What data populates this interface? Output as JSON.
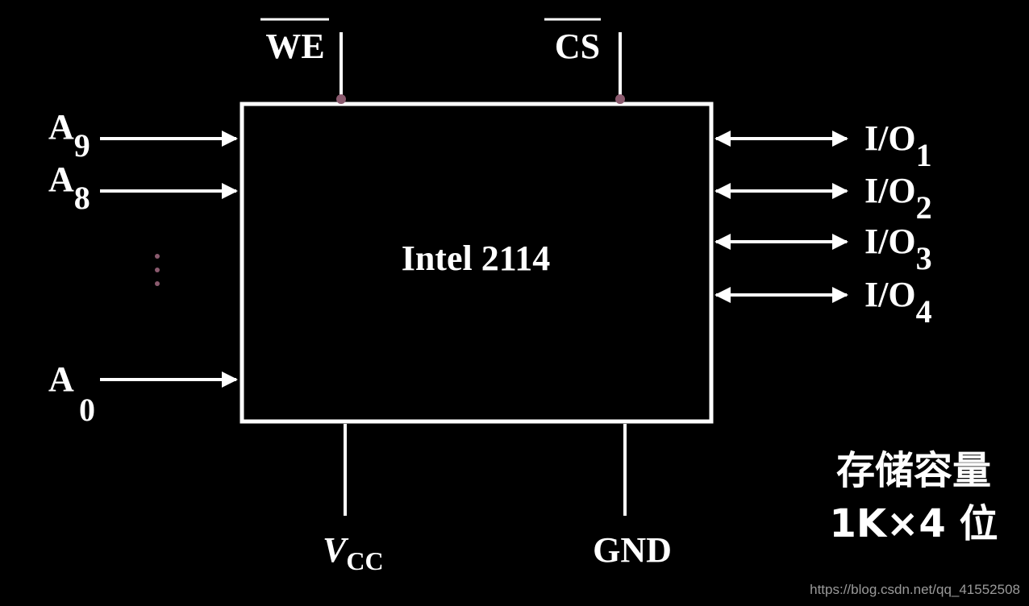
{
  "chip": {
    "name": "Intel 2114"
  },
  "control_pins": [
    {
      "id": "we",
      "label": "WE"
    },
    {
      "id": "cs",
      "label": "CS"
    }
  ],
  "address_pins": [
    {
      "id": "a9",
      "base": "A",
      "sub": "9"
    },
    {
      "id": "a8",
      "base": "A",
      "sub": "8"
    },
    {
      "id": "a0",
      "base": "A",
      "sub": "0"
    }
  ],
  "io_pins": [
    {
      "id": "io1",
      "base": "I/O",
      "sub": "1"
    },
    {
      "id": "io2",
      "base": "I/O",
      "sub": "2"
    },
    {
      "id": "io3",
      "base": "I/O",
      "sub": "3"
    },
    {
      "id": "io4",
      "base": "I/O",
      "sub": "4"
    }
  ],
  "power_pins": [
    {
      "id": "vcc",
      "base": "V",
      "sub": "CC"
    },
    {
      "id": "gnd",
      "base": "GND",
      "sub": ""
    }
  ],
  "capacity": {
    "line1": "存储容量",
    "line2": "1K×4 位"
  },
  "watermark": "https://blog.csdn.net/qq_41552508",
  "colors": {
    "background": "#000000",
    "line": "#ffffff",
    "accent": "#8a5a6e",
    "watermark": "#9a9a9a"
  }
}
